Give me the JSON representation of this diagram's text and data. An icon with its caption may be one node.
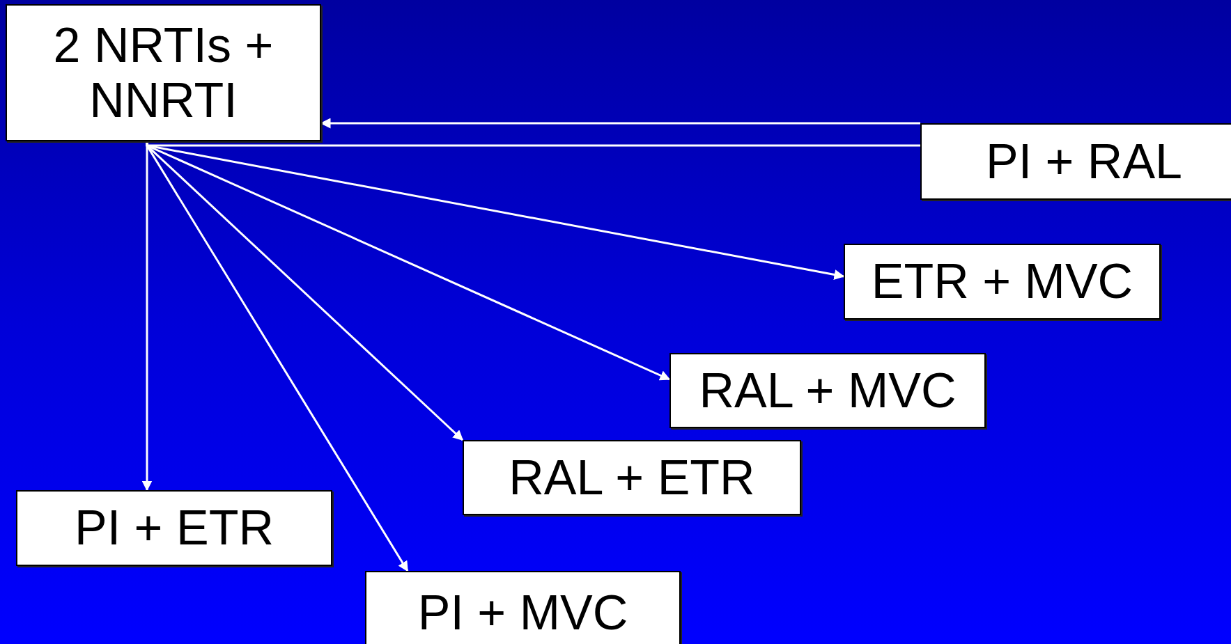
{
  "diagram": {
    "nodes": [
      {
        "text": [
          "2 NRTIs + NNRTI"
        ]
      },
      {
        "text": [
          "PI + RAL"
        ]
      },
      {
        "text": [
          "ETR + MVC"
        ]
      },
      {
        "text": [
          "RAL + MVC"
        ]
      },
      {
        "text": [
          "RAL + ETR"
        ]
      },
      {
        "text": [
          "PI + ETR"
        ]
      },
      {
        "text": [
          "PI + MVC"
        ]
      }
    ],
    "edges": [
      {
        "from": 1,
        "to": 0,
        "arrow": "to"
      },
      {
        "from": 0,
        "to": 1,
        "arrow": "none"
      },
      {
        "from": 0,
        "to": 2,
        "arrow": "to"
      },
      {
        "from": 0,
        "to": 3,
        "arrow": "to"
      },
      {
        "from": 0,
        "to": 4,
        "arrow": "to"
      },
      {
        "from": 0,
        "to": 5,
        "arrow": "to"
      },
      {
        "from": 0,
        "to": 6,
        "arrow": "to"
      }
    ]
  }
}
